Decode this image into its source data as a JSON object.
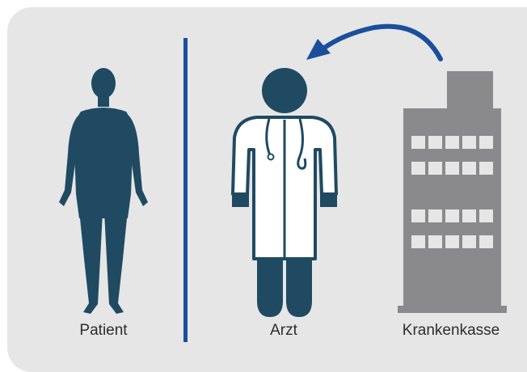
{
  "labels": {
    "patient": "Patient",
    "doctor": "Arzt",
    "insurance": "Krankenkasse"
  },
  "icons": {
    "patient": "human-body-silhouette",
    "doctor": "doctor-with-stethoscope",
    "insurance": "office-building",
    "flow": "curved-arrow-left"
  },
  "colors": {
    "background": "#e6e6e7",
    "figure": "#1f4a62",
    "divider": "#1a4f9c",
    "arrow": "#1a4f9c",
    "building": "#8a8a8c",
    "windows": "#e6e6e7",
    "text": "#2d2d2d"
  }
}
